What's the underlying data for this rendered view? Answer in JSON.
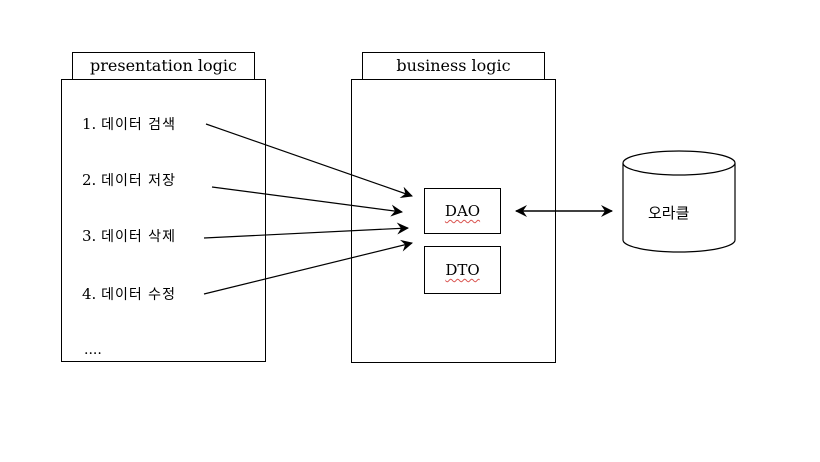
{
  "presentation": {
    "title": "presentation logic",
    "items": [
      {
        "num": "1.",
        "text": "데이터 검색"
      },
      {
        "num": "2.",
        "text": "데이터 저장"
      },
      {
        "num": "3.",
        "text": "데이터 삭제"
      },
      {
        "num": "4.",
        "text": "데이터 수정"
      }
    ],
    "ellipsis": "...."
  },
  "business": {
    "title": "business logic",
    "dao": "DAO",
    "dto": "DTO"
  },
  "database": {
    "label": "오라클"
  }
}
